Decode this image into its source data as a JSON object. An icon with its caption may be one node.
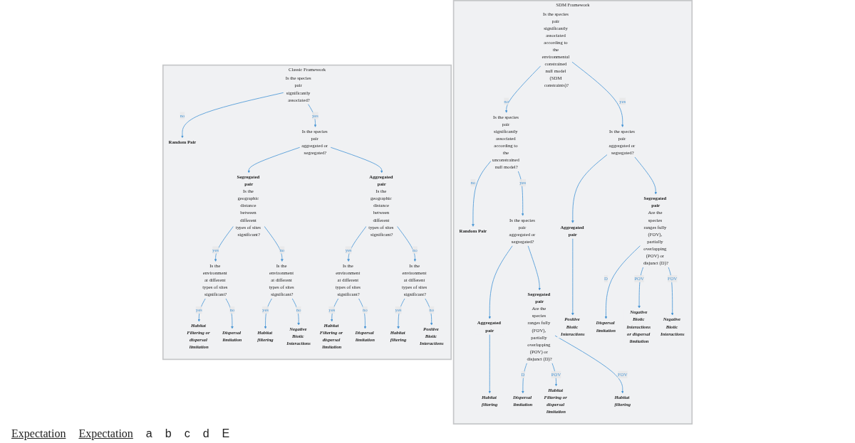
{
  "diagram": {
    "nodes": [
      {
        "text": [
          "Classic Framework"
        ]
      },
      {
        "text": [
          "Is the species pair significantly associated?"
        ],
        "in": 0
      },
      {
        "text": [
          "Is the species pair aggregated or segregated?"
        ],
        "in": 0
      },
      {
        "text": [
          "Random Pair"
        ],
        "in": 0
      },
      {
        "text": [
          "Segregated pair",
          "Is the geographic distance between different types of sites significant?"
        ],
        "in": 0
      },
      {
        "text": [
          "Aggregated pair",
          "Is the geographic distance between different types of sites significant?"
        ],
        "in": 0
      },
      {
        "text": [
          "Is the environment at different types of sites significant?"
        ],
        "in": 0
      },
      {
        "text": [
          "Is the environment at different types of sites significant?"
        ],
        "in": 0
      },
      {
        "text": [
          "Is the environment at different types of sites significant?"
        ],
        "in": 0
      },
      {
        "text": [
          "Is the environment at different types of sites significant?"
        ],
        "in": 0
      },
      {
        "text": [
          "Habitat Filtering or dispersal limitation"
        ],
        "in": 0
      },
      {
        "text": [
          "Dispersal limitation"
        ],
        "in": 0
      },
      {
        "text": [
          "Habitat filtering"
        ],
        "in": 0
      },
      {
        "text": [
          "Negative Biotic Interactions"
        ],
        "in": 0
      },
      {
        "text": [
          "Habitat Filtering or dispersal limitation"
        ],
        "in": 0
      },
      {
        "text": [
          "Dispersal limitation"
        ],
        "in": 0
      },
      {
        "text": [
          "Habitat filtering"
        ],
        "in": 0
      },
      {
        "text": [
          "Positive Biotic Interactions"
        ],
        "in": 0
      },
      {
        "text": [
          "SDM Framework"
        ]
      },
      {
        "text": [
          "Is the species pair significantly associated according to the environmental constrained null model (SDM constraints)?"
        ],
        "in": 18
      },
      {
        "text": [
          "Is the species pair significantly associated according to the unconstrained null model?"
        ],
        "in": 18
      },
      {
        "text": [
          "Is the species pair aggregated or segregated?"
        ],
        "in": 18
      },
      {
        "text": [
          "Is the species pair aggregated or segregated?"
        ],
        "in": 18
      },
      {
        "text": [
          "Random Pair"
        ],
        "in": 18
      },
      {
        "text": [
          "Aggregated pair"
        ],
        "in": 18
      },
      {
        "text": [
          "Segregated pair",
          "Are the species ranges fully (FOV), partially overlapping (POV) or disjunct (D)?"
        ],
        "in": 18
      },
      {
        "text": [
          "Aggregated pair"
        ],
        "in": 18
      },
      {
        "text": [
          "Segregated pair",
          "Are the species ranges fully (FOV), partially overlapping (POV) or disjunct (D)?"
        ],
        "in": 18
      },
      {
        "text": [
          "Habitat filtering"
        ],
        "in": 18
      },
      {
        "text": [
          "Dispersal limitation"
        ],
        "in": 18
      },
      {
        "text": [
          "Habitat Filtering or dispersal limitation"
        ],
        "in": 18
      },
      {
        "text": [
          "Habitat filtering"
        ],
        "in": 18
      },
      {
        "text": [
          "Positive Biotic Interactions"
        ],
        "in": 18
      },
      {
        "text": [
          "Dispersal limitation"
        ],
        "in": 18
      },
      {
        "text": [
          "Negative Biotic Interactions or dispersal limitation"
        ],
        "in": 18
      },
      {
        "text": [
          "Negative Biotic Interactions"
        ],
        "in": 18
      }
    ],
    "edges": [
      {
        "from": 1,
        "to": 3,
        "label": "no",
        "arrow": "to"
      },
      {
        "from": 1,
        "to": 2,
        "label": "yes",
        "arrow": "to"
      },
      {
        "from": 2,
        "to": 4,
        "arrow": "to"
      },
      {
        "from": 2,
        "to": 5,
        "arrow": "to"
      },
      {
        "from": 4,
        "to": 6,
        "label": "yes",
        "arrow": "to"
      },
      {
        "from": 4,
        "to": 7,
        "label": "no",
        "arrow": "to"
      },
      {
        "from": 5,
        "to": 8,
        "label": "yes",
        "arrow": "to"
      },
      {
        "from": 5,
        "to": 9,
        "label": "no",
        "arrow": "to"
      },
      {
        "from": 6,
        "to": 10,
        "label": "yes",
        "arrow": "to"
      },
      {
        "from": 6,
        "to": 11,
        "label": "no",
        "arrow": "to"
      },
      {
        "from": 7,
        "to": 12,
        "label": "yes",
        "arrow": "to"
      },
      {
        "from": 7,
        "to": 13,
        "label": "no",
        "arrow": "to"
      },
      {
        "from": 8,
        "to": 14,
        "label": "yes",
        "arrow": "to"
      },
      {
        "from": 8,
        "to": 15,
        "label": "no",
        "arrow": "to"
      },
      {
        "from": 9,
        "to": 16,
        "label": "yes",
        "arrow": "to"
      },
      {
        "from": 9,
        "to": 17,
        "label": "no",
        "arrow": "to"
      },
      {
        "from": 19,
        "to": 20,
        "label": "no",
        "arrow": "to"
      },
      {
        "from": 19,
        "to": 22,
        "label": "yes",
        "arrow": "to"
      },
      {
        "from": 20,
        "to": 23,
        "label": "no",
        "arrow": "to"
      },
      {
        "from": 20,
        "to": 21,
        "label": "yes",
        "arrow": "to"
      },
      {
        "from": 21,
        "to": 24,
        "arrow": "to"
      },
      {
        "from": 21,
        "to": 25,
        "arrow": "to"
      },
      {
        "from": 22,
        "to": 26,
        "arrow": "to"
      },
      {
        "from": 22,
        "to": 27,
        "arrow": "to"
      },
      {
        "from": 24,
        "to": 28,
        "arrow": "to"
      },
      {
        "from": 25,
        "to": 29,
        "label": "D",
        "arrow": "to"
      },
      {
        "from": 25,
        "to": 30,
        "label": "POV",
        "arrow": "to"
      },
      {
        "from": 25,
        "to": 31,
        "label": "FOV",
        "arrow": "to"
      },
      {
        "from": 26,
        "to": 32,
        "arrow": "to"
      },
      {
        "from": 27,
        "to": 33,
        "label": "D",
        "arrow": "to"
      },
      {
        "from": 27,
        "to": 34,
        "label": "POV",
        "arrow": "to"
      },
      {
        "from": 27,
        "to": 35,
        "label": "FOV",
        "arrow": "to"
      }
    ],
    "labels": [
      "Expectation",
      "Expectation",
      "a",
      "b",
      "c",
      "d",
      "E"
    ]
  }
}
